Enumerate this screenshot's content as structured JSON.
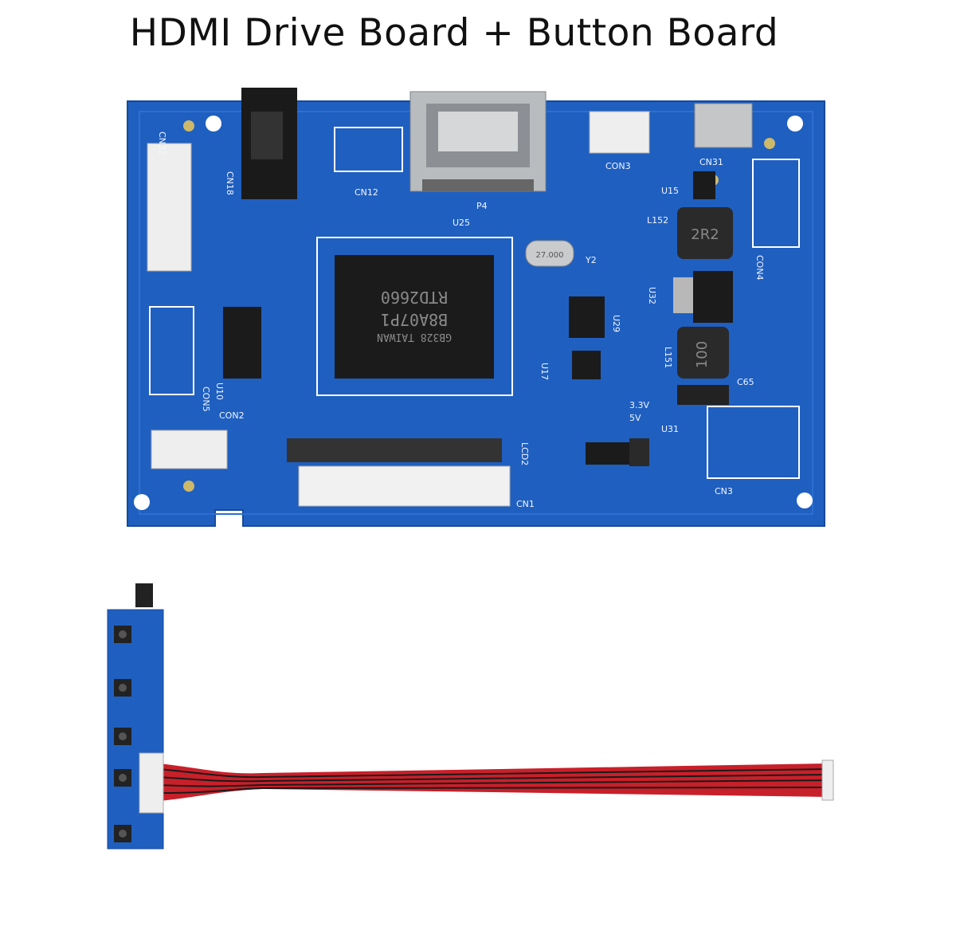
{
  "title": "HDMI Drive Board + Button Board",
  "colors": {
    "pcb": "#1f5fc0",
    "pcb_trace": "#2c6fd0",
    "chip": "#1b1b1b",
    "cable_red": "#c8202a",
    "cable_black": "#1a1a1a"
  },
  "drive_board": {
    "chip_label": "RTD2660",
    "chip_sub": "B8A07P1",
    "chip_sub2": "GB328  TAIWAN",
    "crystal": "27.000",
    "inductor_1": "2R2",
    "inductor_2": "100",
    "voltage_1": "3.3V",
    "voltage_2": "5V",
    "labels": [
      "CN32",
      "CN18",
      "CN12",
      "P4",
      "CON3",
      "CN31",
      "U15",
      "L152",
      "U25",
      "Y2",
      "CON4",
      "U32",
      "U29",
      "L151",
      "U17",
      "C65",
      "U10",
      "CON5",
      "CON2",
      "LCD2",
      "U31",
      "CN1",
      "CN3"
    ]
  }
}
